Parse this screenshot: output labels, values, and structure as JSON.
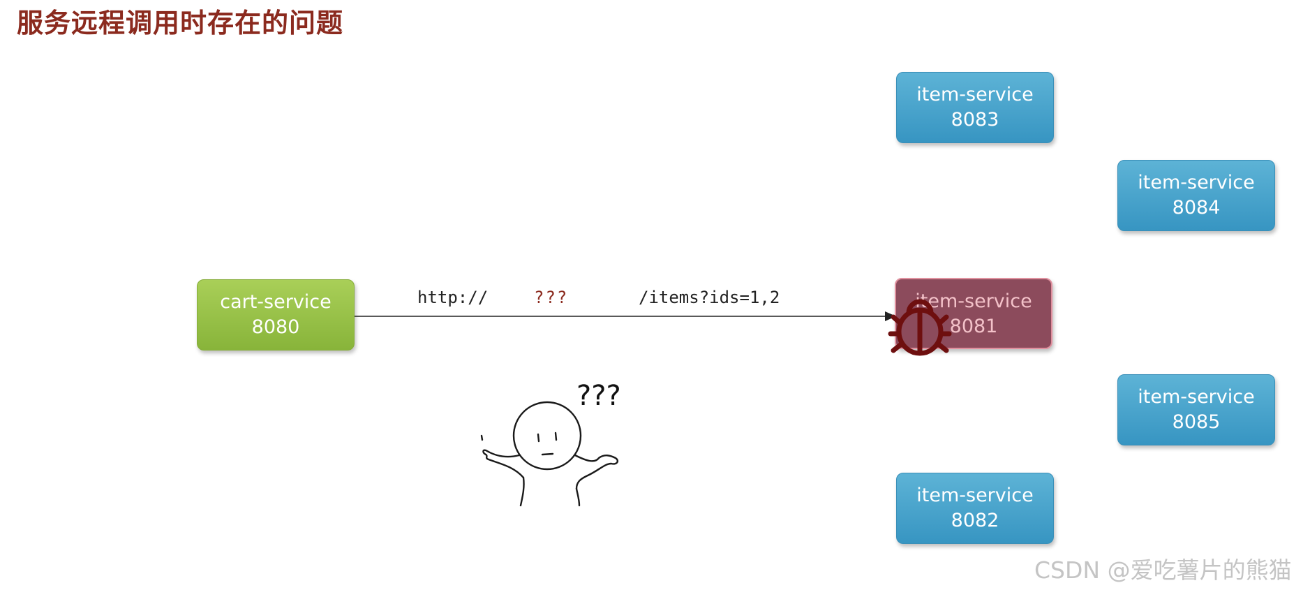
{
  "title": "服务远程调用时存在的问题",
  "services": {
    "item_8083": {
      "name": "item-service",
      "port": "8083"
    },
    "item_8084": {
      "name": "item-service",
      "port": "8084"
    },
    "cart_8080": {
      "name": "cart-service",
      "port": "8080"
    },
    "item_8081": {
      "name": "item-service",
      "port": "8081",
      "status": "bug"
    },
    "item_8085": {
      "name": "item-service",
      "port": "8085"
    },
    "item_8082": {
      "name": "item-service",
      "port": "8082"
    }
  },
  "request": {
    "scheme": "http://",
    "host": "???",
    "path": "/items?ids=1,2"
  },
  "person": {
    "thought": "???"
  },
  "watermark": "CSDN @爱吃薯片的熊猫",
  "colors": {
    "title": "#8b2a1e",
    "item_service": "#3f9fcb",
    "cart_service": "#96c046",
    "failed_service": "#8c4b5c",
    "bug_icon": "#6e0f0f"
  },
  "icons": [
    "bug-icon",
    "confused-person-icon",
    "arrow-right-icon"
  ]
}
